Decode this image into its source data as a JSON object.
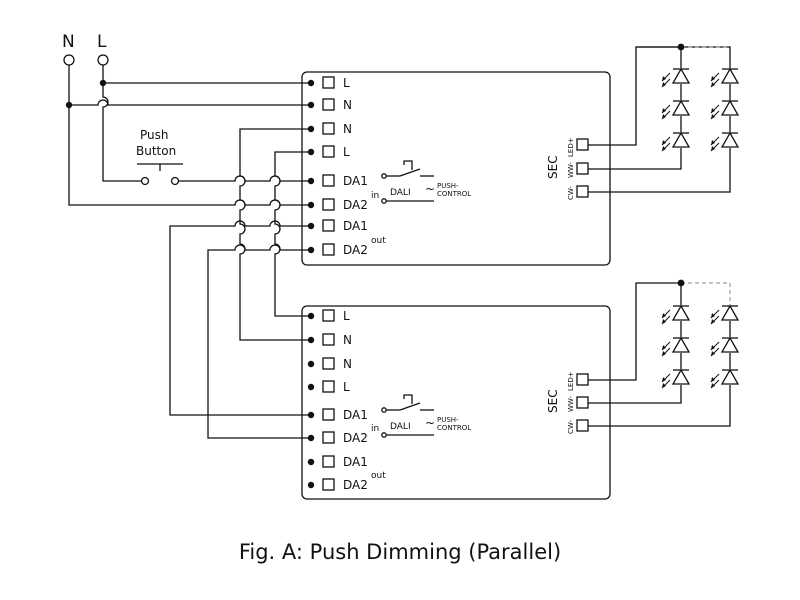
{
  "mains": {
    "n": "N",
    "l": "L"
  },
  "push_button": {
    "line1": "Push",
    "line2": "Button"
  },
  "driver_top": {
    "terminals": [
      "L",
      "N",
      "N",
      "L",
      "DA1",
      "DA2",
      "DA1",
      "DA2"
    ],
    "in_label": "in",
    "out_label": "out",
    "dali_label": "DALI",
    "tilde": "~",
    "push_control_1": "PUSH-",
    "push_control_2": "CONTROL",
    "sec_label": "SEC",
    "outputs": [
      "LED+",
      "WW-",
      "CW-"
    ]
  },
  "driver_bottom": {
    "terminals": [
      "L",
      "N",
      "N",
      "L",
      "DA1",
      "DA2",
      "DA1",
      "DA2"
    ],
    "in_label": "in",
    "out_label": "out",
    "dali_label": "DALI",
    "tilde": "~",
    "push_control_1": "PUSH-",
    "push_control_2": "CONTROL",
    "sec_label": "SEC",
    "outputs": [
      "LED+",
      "WW-",
      "CW-"
    ]
  },
  "caption": "Fig. A: Push Dimming (Parallel)"
}
